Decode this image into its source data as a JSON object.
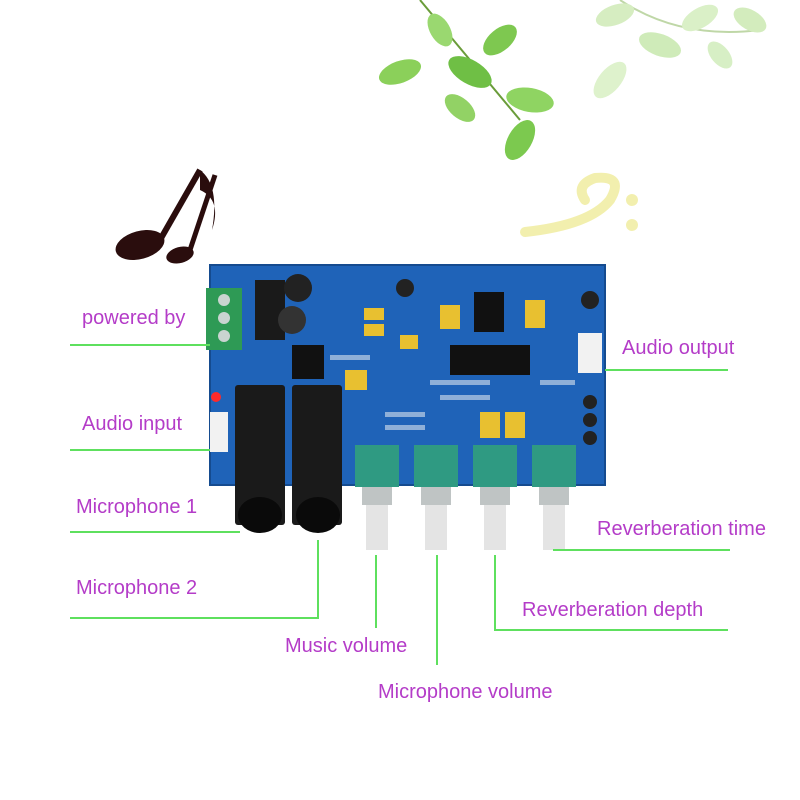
{
  "labels": {
    "powered_by": "powered by",
    "audio_input": "Audio input",
    "microphone_1": "Microphone 1",
    "microphone_2": "Microphone 2",
    "music_volume": "Music volume",
    "microphone_volume": "Microphone volume",
    "reverberation_depth": "Reverberation depth",
    "reverberation_time": "Reverberation time",
    "audio_output": "Audio output"
  },
  "colors": {
    "label_text": "#b43cc8",
    "leader_line": "#5ee05e",
    "pcb": "#1f63b8",
    "leaf": "#7ec850"
  },
  "icons": [
    "music-note-icon",
    "bass-clef-icon",
    "leaf-branch-icon"
  ]
}
